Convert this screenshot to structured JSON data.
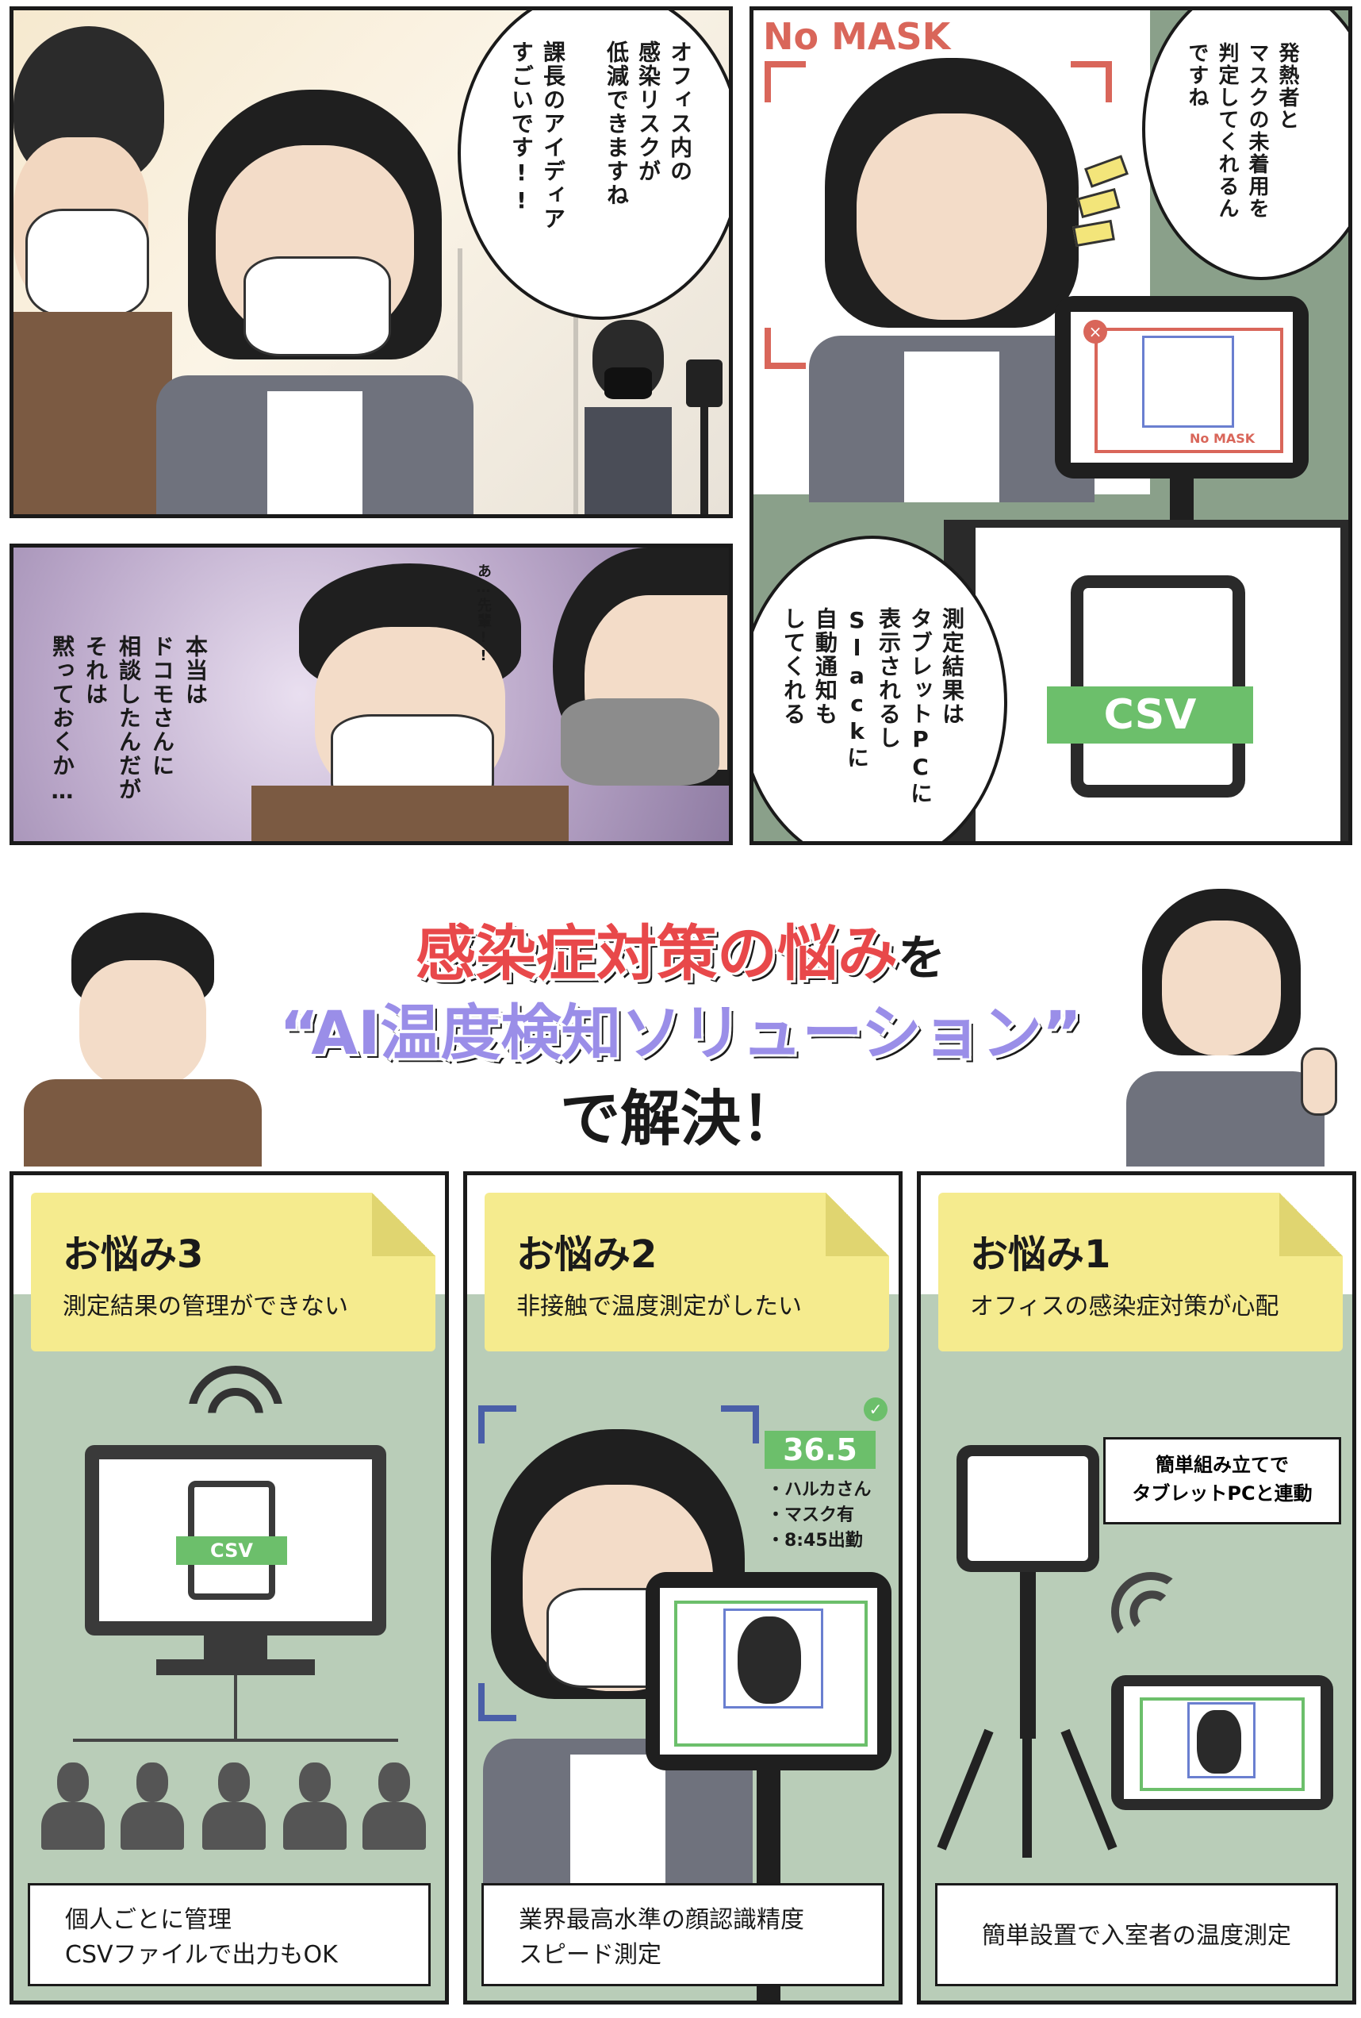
{
  "manga": {
    "panel1_bubble": "オフィス内の\n感染リスクが\n低減できますね\n\n課長のアイディア\nすごいです!!",
    "panel2_corner": "No MASK",
    "panel2_bubble": "発熱者と\nマスクの未着用を\n判定してくれるん\nですね",
    "panel2_tablet_label": "No MASK",
    "panel3_bubble": "測定結果は\nタブレットPCに\n表示されるし\nSlackに\n自動通知も\nしてくれる",
    "panel3_csv": "CSV",
    "panel4_small": "あ…先輩!!",
    "panel4_narration": "本当は\nドコモさんに\n相談したんだが\nそれは\n黙っておくか…"
  },
  "heading": {
    "line1_red": "感染症対策の悩み",
    "line1_suffix": "を",
    "line2": "“AI温度検知ソリューション”",
    "line3": "で解決！"
  },
  "columns": [
    {
      "title": "お悩み3",
      "subtitle": "測定結果の管理ができない",
      "csv": "CSV",
      "caption_line1": "個人ごとに管理",
      "caption_line2": "CSVファイルで出力もOK"
    },
    {
      "title": "お悩み2",
      "subtitle": "非接触で温度測定がしたい",
      "temp": "36.5",
      "info1": "・ハルカさん",
      "info2": "・マスク有",
      "info3": "・8:45出勤",
      "caption_line1": "業界最高水準の顔認識精度",
      "caption_line2": "スピード測定"
    },
    {
      "title": "お悩み1",
      "subtitle": "オフィスの感染症対策が心配",
      "bubble_line1": "簡単組み立てで",
      "bubble_line2": "タブレットPCと連動",
      "caption_line1": "簡単設置で入室者の温度測定"
    }
  ],
  "colors": {
    "accent_red": "#e8484a",
    "accent_purple": "#9a8ee8",
    "sticky_yellow": "#f5eb8e",
    "panel_green": "#b9cdb8",
    "csv_green": "#6cbf6b"
  }
}
